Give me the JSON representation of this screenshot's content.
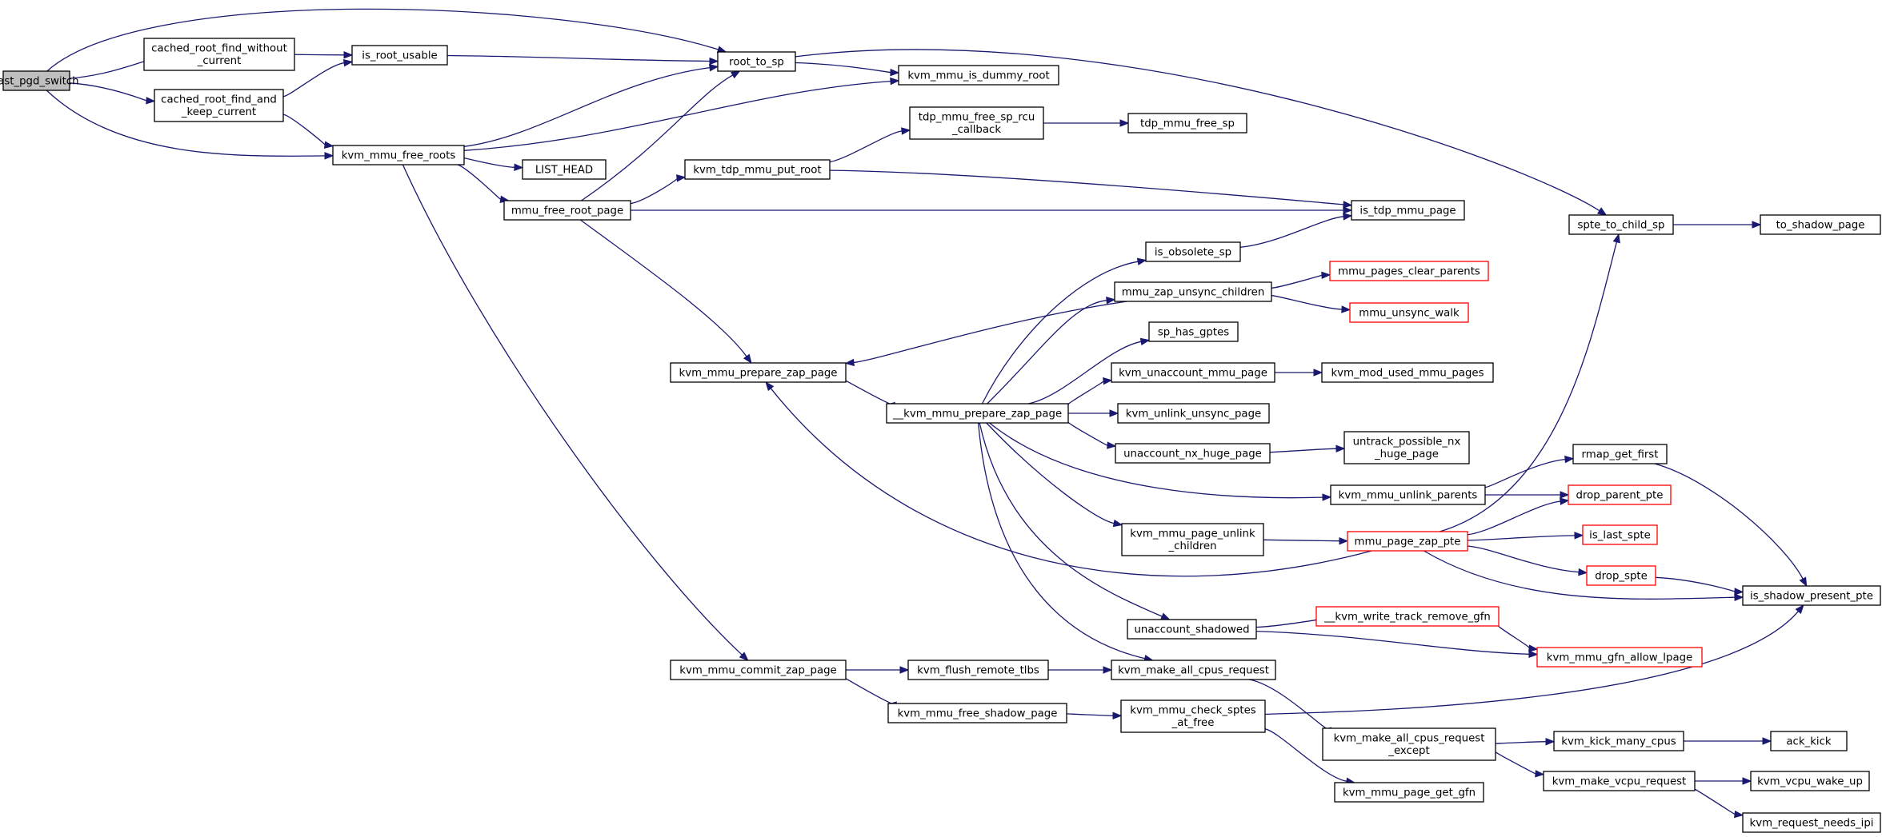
{
  "graph": {
    "colors": {
      "edge": "#191970",
      "node_border": "#000000",
      "missing_node_border": "#ff0000",
      "root_fill": "#bfbfbf"
    },
    "nodes": [
      {
        "id": "fast_pgd_switch",
        "lines": [
          "fast_pgd_switch"
        ],
        "root": true
      },
      {
        "id": "cached_root_find_without_current",
        "lines": [
          "cached_root_find_without",
          "_current"
        ]
      },
      {
        "id": "cached_root_find_and_keep_current",
        "lines": [
          "cached_root_find_and",
          "_keep_current"
        ]
      },
      {
        "id": "is_root_usable",
        "lines": [
          "is_root_usable"
        ]
      },
      {
        "id": "kvm_mmu_free_roots",
        "lines": [
          "kvm_mmu_free_roots"
        ]
      },
      {
        "id": "root_to_sp",
        "lines": [
          "root_to_sp"
        ]
      },
      {
        "id": "kvm_mmu_is_dummy_root",
        "lines": [
          "kvm_mmu_is_dummy_root"
        ]
      },
      {
        "id": "LIST_HEAD",
        "lines": [
          "LIST_HEAD"
        ]
      },
      {
        "id": "mmu_free_root_page",
        "lines": [
          "mmu_free_root_page"
        ]
      },
      {
        "id": "kvm_tdp_mmu_put_root",
        "lines": [
          "kvm_tdp_mmu_put_root"
        ]
      },
      {
        "id": "tdp_mmu_free_sp_rcu_callback",
        "lines": [
          "tdp_mmu_free_sp_rcu",
          "_callback"
        ]
      },
      {
        "id": "tdp_mmu_free_sp",
        "lines": [
          "tdp_mmu_free_sp"
        ]
      },
      {
        "id": "is_tdp_mmu_page",
        "lines": [
          "is_tdp_mmu_page"
        ]
      },
      {
        "id": "spte_to_child_sp",
        "lines": [
          "spte_to_child_sp"
        ]
      },
      {
        "id": "to_shadow_page",
        "lines": [
          "to_shadow_page"
        ]
      },
      {
        "id": "is_obsolete_sp",
        "lines": [
          "is_obsolete_sp"
        ]
      },
      {
        "id": "mmu_zap_unsync_children",
        "lines": [
          "mmu_zap_unsync_children"
        ]
      },
      {
        "id": "mmu_pages_clear_parents",
        "lines": [
          "mmu_pages_clear_parents"
        ],
        "missing": true
      },
      {
        "id": "mmu_unsync_walk",
        "lines": [
          "mmu_unsync_walk"
        ],
        "missing": true
      },
      {
        "id": "sp_has_gptes",
        "lines": [
          "sp_has_gptes"
        ]
      },
      {
        "id": "kvm_mmu_prepare_zap_page",
        "lines": [
          "kvm_mmu_prepare_zap_page"
        ]
      },
      {
        "id": "kvm_unaccount_mmu_page",
        "lines": [
          "kvm_unaccount_mmu_page"
        ]
      },
      {
        "id": "kvm_mod_used_mmu_pages",
        "lines": [
          "kvm_mod_used_mmu_pages"
        ]
      },
      {
        "id": "__kvm_mmu_prepare_zap_page",
        "lines": [
          "__kvm_mmu_prepare_zap_page"
        ]
      },
      {
        "id": "kvm_unlink_unsync_page",
        "lines": [
          "kvm_unlink_unsync_page"
        ]
      },
      {
        "id": "unaccount_nx_huge_page",
        "lines": [
          "unaccount_nx_huge_page"
        ]
      },
      {
        "id": "untrack_possible_nx_huge_page",
        "lines": [
          "untrack_possible_nx",
          "_huge_page"
        ]
      },
      {
        "id": "rmap_get_first",
        "lines": [
          "rmap_get_first"
        ]
      },
      {
        "id": "kvm_mmu_unlink_parents",
        "lines": [
          "kvm_mmu_unlink_parents"
        ]
      },
      {
        "id": "drop_parent_pte",
        "lines": [
          "drop_parent_pte"
        ],
        "missing": true
      },
      {
        "id": "kvm_mmu_page_unlink_children",
        "lines": [
          "kvm_mmu_page_unlink",
          "_children"
        ]
      },
      {
        "id": "mmu_page_zap_pte",
        "lines": [
          "mmu_page_zap_pte"
        ],
        "missing": true
      },
      {
        "id": "is_last_spte",
        "lines": [
          "is_last_spte"
        ],
        "missing": true
      },
      {
        "id": "drop_spte",
        "lines": [
          "drop_spte"
        ],
        "missing": true
      },
      {
        "id": "is_shadow_present_pte",
        "lines": [
          "is_shadow_present_pte"
        ]
      },
      {
        "id": "unaccount_shadowed",
        "lines": [
          "unaccount_shadowed"
        ]
      },
      {
        "id": "__kvm_write_track_remove_gfn",
        "lines": [
          "__kvm_write_track_remove_gfn"
        ],
        "missing": true
      },
      {
        "id": "kvm_mmu_gfn_allow_lpage",
        "lines": [
          "kvm_mmu_gfn_allow_lpage"
        ],
        "missing": true
      },
      {
        "id": "kvm_mmu_commit_zap_page",
        "lines": [
          "kvm_mmu_commit_zap_page"
        ]
      },
      {
        "id": "kvm_flush_remote_tlbs",
        "lines": [
          "kvm_flush_remote_tlbs"
        ]
      },
      {
        "id": "kvm_make_all_cpus_request",
        "lines": [
          "kvm_make_all_cpus_request"
        ]
      },
      {
        "id": "kvm_mmu_free_shadow_page",
        "lines": [
          "kvm_mmu_free_shadow_page"
        ]
      },
      {
        "id": "kvm_mmu_check_sptes_at_free",
        "lines": [
          "kvm_mmu_check_sptes",
          "_at_free"
        ]
      },
      {
        "id": "kvm_make_all_cpus_request_except",
        "lines": [
          "kvm_make_all_cpus_request",
          "_except"
        ]
      },
      {
        "id": "kvm_kick_many_cpus",
        "lines": [
          "kvm_kick_many_cpus"
        ]
      },
      {
        "id": "ack_kick",
        "lines": [
          "ack_kick"
        ]
      },
      {
        "id": "kvm_make_vcpu_request",
        "lines": [
          "kvm_make_vcpu_request"
        ]
      },
      {
        "id": "kvm_vcpu_wake_up",
        "lines": [
          "kvm_vcpu_wake_up"
        ]
      },
      {
        "id": "kvm_request_needs_ipi",
        "lines": [
          "kvm_request_needs_ipi"
        ]
      },
      {
        "id": "kvm_mmu_page_get_gfn",
        "lines": [
          "kvm_mmu_page_get_gfn"
        ]
      }
    ],
    "edges": [
      [
        "fast_pgd_switch",
        "cached_root_find_without_current"
      ],
      [
        "fast_pgd_switch",
        "root_to_sp"
      ],
      [
        "fast_pgd_switch",
        "cached_root_find_and_keep_current"
      ],
      [
        "fast_pgd_switch",
        "kvm_mmu_free_roots"
      ],
      [
        "cached_root_find_without_current",
        "is_root_usable"
      ],
      [
        "cached_root_find_and_keep_current",
        "is_root_usable"
      ],
      [
        "cached_root_find_and_keep_current",
        "kvm_mmu_free_roots"
      ],
      [
        "is_root_usable",
        "root_to_sp"
      ],
      [
        "root_to_sp",
        "kvm_mmu_is_dummy_root"
      ],
      [
        "root_to_sp",
        "spte_to_child_sp"
      ],
      [
        "kvm_mmu_free_roots",
        "root_to_sp"
      ],
      [
        "kvm_mmu_free_roots",
        "kvm_mmu_is_dummy_root"
      ],
      [
        "kvm_mmu_free_roots",
        "LIST_HEAD"
      ],
      [
        "kvm_mmu_free_roots",
        "mmu_free_root_page"
      ],
      [
        "kvm_mmu_free_roots",
        "kvm_mmu_commit_zap_page"
      ],
      [
        "mmu_free_root_page",
        "root_to_sp"
      ],
      [
        "mmu_free_root_page",
        "kvm_tdp_mmu_put_root"
      ],
      [
        "mmu_free_root_page",
        "is_tdp_mmu_page"
      ],
      [
        "mmu_free_root_page",
        "kvm_mmu_prepare_zap_page"
      ],
      [
        "kvm_tdp_mmu_put_root",
        "tdp_mmu_free_sp_rcu_callback"
      ],
      [
        "kvm_tdp_mmu_put_root",
        "is_tdp_mmu_page"
      ],
      [
        "tdp_mmu_free_sp_rcu_callback",
        "tdp_mmu_free_sp"
      ],
      [
        "spte_to_child_sp",
        "to_shadow_page"
      ],
      [
        "is_obsolete_sp",
        "is_tdp_mmu_page"
      ],
      [
        "mmu_zap_unsync_children",
        "mmu_pages_clear_parents"
      ],
      [
        "mmu_zap_unsync_children",
        "mmu_unsync_walk"
      ],
      [
        "mmu_zap_unsync_children",
        "kvm_mmu_prepare_zap_page"
      ],
      [
        "kvm_mmu_prepare_zap_page",
        "__kvm_mmu_prepare_zap_page"
      ],
      [
        "__kvm_mmu_prepare_zap_page",
        "is_obsolete_sp"
      ],
      [
        "__kvm_mmu_prepare_zap_page",
        "mmu_zap_unsync_children"
      ],
      [
        "__kvm_mmu_prepare_zap_page",
        "sp_has_gptes"
      ],
      [
        "__kvm_mmu_prepare_zap_page",
        "kvm_unaccount_mmu_page"
      ],
      [
        "__kvm_mmu_prepare_zap_page",
        "kvm_unlink_unsync_page"
      ],
      [
        "__kvm_mmu_prepare_zap_page",
        "unaccount_nx_huge_page"
      ],
      [
        "__kvm_mmu_prepare_zap_page",
        "kvm_mmu_unlink_parents"
      ],
      [
        "__kvm_mmu_prepare_zap_page",
        "kvm_mmu_page_unlink_children"
      ],
      [
        "__kvm_mmu_prepare_zap_page",
        "unaccount_shadowed"
      ],
      [
        "__kvm_mmu_prepare_zap_page",
        "kvm_make_all_cpus_request"
      ],
      [
        "kvm_unaccount_mmu_page",
        "kvm_mod_used_mmu_pages"
      ],
      [
        "unaccount_nx_huge_page",
        "untrack_possible_nx_huge_page"
      ],
      [
        "kvm_mmu_unlink_parents",
        "rmap_get_first"
      ],
      [
        "kvm_mmu_unlink_parents",
        "drop_parent_pte"
      ],
      [
        "rmap_get_first",
        "is_shadow_present_pte"
      ],
      [
        "kvm_mmu_page_unlink_children",
        "mmu_page_zap_pte"
      ],
      [
        "mmu_page_zap_pte",
        "spte_to_child_sp"
      ],
      [
        "mmu_page_zap_pte",
        "drop_parent_pte"
      ],
      [
        "mmu_page_zap_pte",
        "is_last_spte"
      ],
      [
        "mmu_page_zap_pte",
        "drop_spte"
      ],
      [
        "mmu_page_zap_pte",
        "is_shadow_present_pte"
      ],
      [
        "mmu_page_zap_pte",
        "kvm_mmu_prepare_zap_page"
      ],
      [
        "drop_spte",
        "is_shadow_present_pte"
      ],
      [
        "unaccount_shadowed",
        "__kvm_write_track_remove_gfn"
      ],
      [
        "unaccount_shadowed",
        "kvm_mmu_gfn_allow_lpage"
      ],
      [
        "__kvm_write_track_remove_gfn",
        "kvm_mmu_gfn_allow_lpage"
      ],
      [
        "kvm_mmu_commit_zap_page",
        "kvm_flush_remote_tlbs"
      ],
      [
        "kvm_mmu_commit_zap_page",
        "kvm_mmu_free_shadow_page"
      ],
      [
        "kvm_flush_remote_tlbs",
        "kvm_make_all_cpus_request"
      ],
      [
        "kvm_make_all_cpus_request",
        "kvm_make_all_cpus_request_except"
      ],
      [
        "kvm_mmu_free_shadow_page",
        "kvm_mmu_check_sptes_at_free"
      ],
      [
        "kvm_mmu_check_sptes_at_free",
        "is_shadow_present_pte"
      ],
      [
        "kvm_mmu_check_sptes_at_free",
        "kvm_mmu_page_get_gfn"
      ],
      [
        "kvm_make_all_cpus_request_except",
        "kvm_kick_many_cpus"
      ],
      [
        "kvm_make_all_cpus_request_except",
        "kvm_make_vcpu_request"
      ],
      [
        "kvm_kick_many_cpus",
        "ack_kick"
      ],
      [
        "kvm_make_vcpu_request",
        "kvm_vcpu_wake_up"
      ],
      [
        "kvm_make_vcpu_request",
        "kvm_request_needs_ipi"
      ]
    ]
  }
}
